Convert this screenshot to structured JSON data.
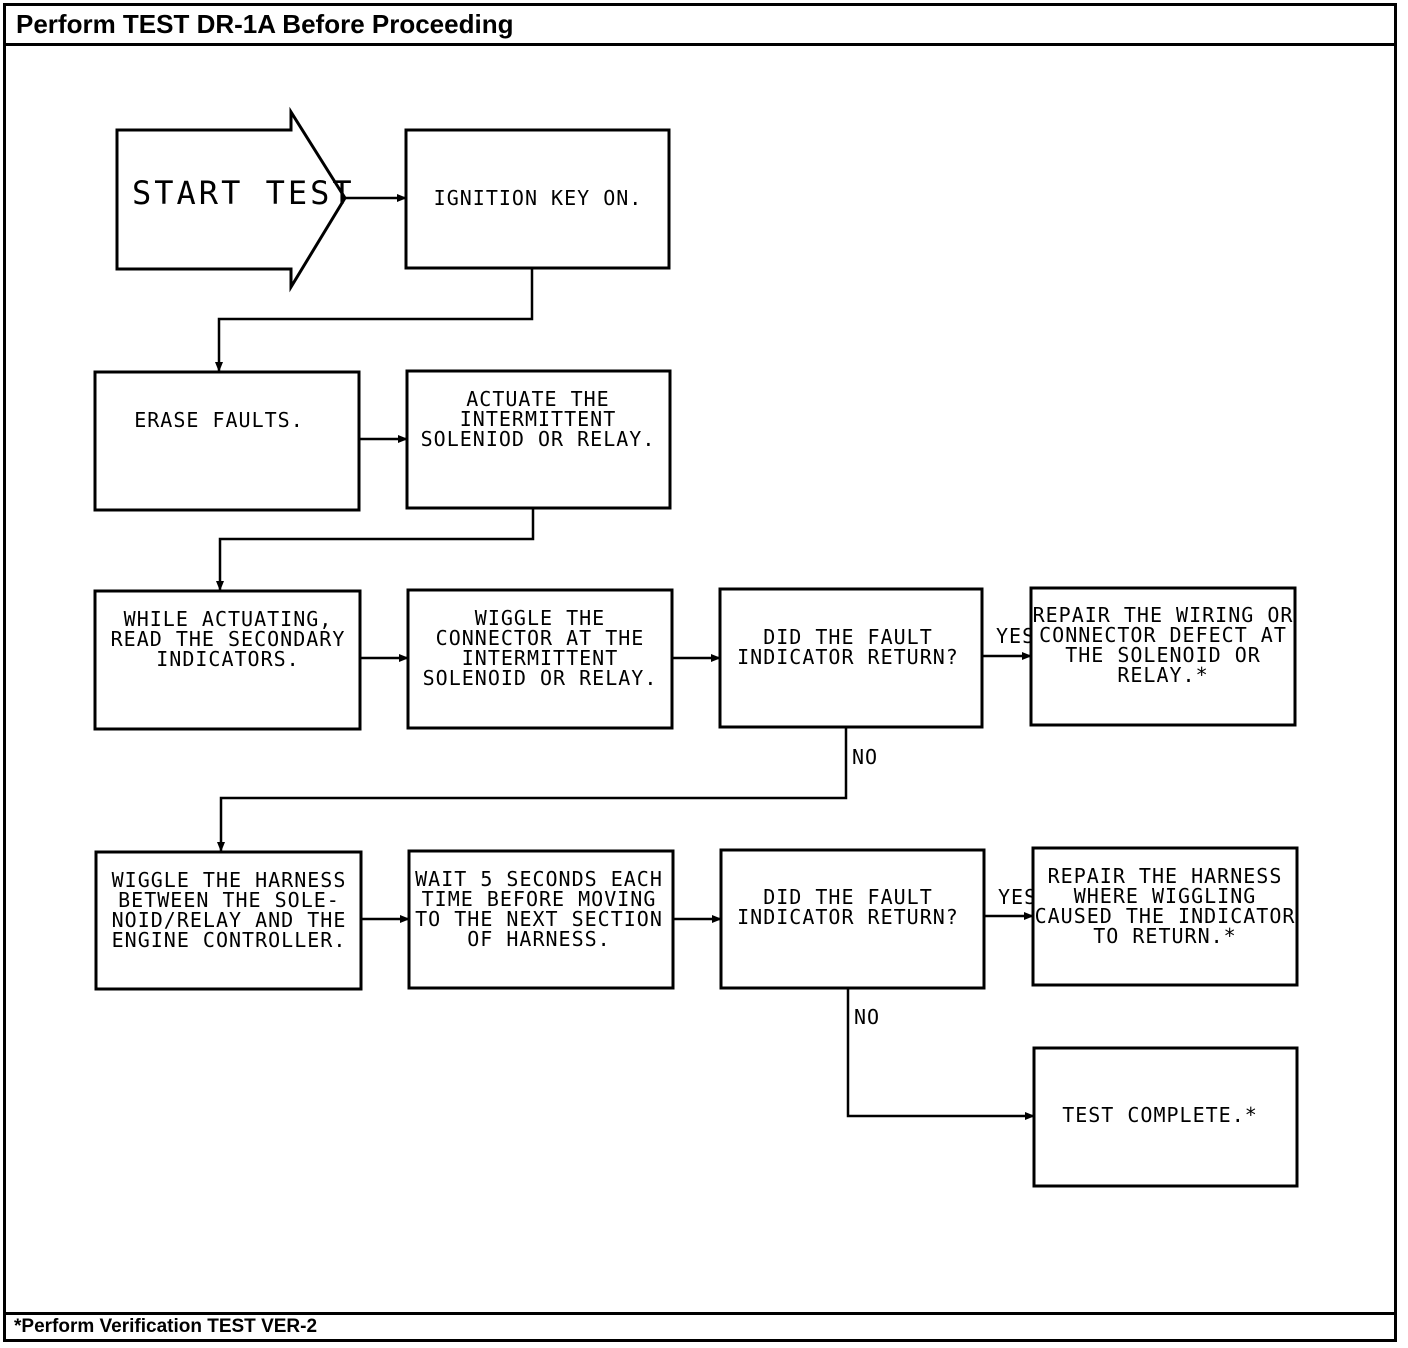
{
  "header": {
    "title": "Perform TEST DR-1A Before Proceeding"
  },
  "footer": {
    "note": "*Perform Verification TEST VER-2"
  },
  "nodes": {
    "start": {
      "lines": [
        "START TEST"
      ]
    },
    "ignition": {
      "lines": [
        "IGNITION KEY ON."
      ]
    },
    "erase": {
      "lines": [
        "ERASE FAULTS."
      ]
    },
    "actuate": {
      "lines": [
        "ACTUATE THE",
        "INTERMITTENT",
        "SOLENIOD OR RELAY."
      ]
    },
    "read_secondary": {
      "lines": [
        "WHILE ACTUATING,",
        "READ THE SECONDARY",
        "INDICATORS."
      ]
    },
    "wiggle_connector": {
      "lines": [
        "WIGGLE THE",
        "CONNECTOR AT THE",
        "INTERMITTENT",
        "SOLENOID OR RELAY."
      ]
    },
    "decision1": {
      "lines": [
        "DID THE FAULT",
        "INDICATOR RETURN?"
      ]
    },
    "repair_wiring": {
      "lines": [
        "REPAIR THE WIRING OR",
        "CONNECTOR DEFECT AT",
        "THE SOLENOID OR",
        "RELAY.*"
      ]
    },
    "wiggle_harness": {
      "lines": [
        "WIGGLE THE HARNESS",
        "BETWEEN THE SOLE-",
        "NOID/RELAY AND THE",
        "ENGINE CONTROLLER."
      ]
    },
    "wait": {
      "lines": [
        "WAIT 5 SECONDS EACH",
        "TIME BEFORE MOVING",
        "TO THE NEXT SECTION",
        "OF HARNESS."
      ]
    },
    "decision2": {
      "lines": [
        "DID THE FAULT",
        "INDICATOR RETURN?"
      ]
    },
    "repair_harness": {
      "lines": [
        "REPAIR THE HARNESS",
        "WHERE WIGGLING",
        "CAUSED THE INDICATOR",
        "TO RETURN.*"
      ]
    },
    "complete": {
      "lines": [
        "TEST COMPLETE.*"
      ]
    }
  },
  "edge_labels": {
    "yes1": "YES",
    "no1": "NO",
    "yes2": "YES",
    "no2": "NO"
  }
}
